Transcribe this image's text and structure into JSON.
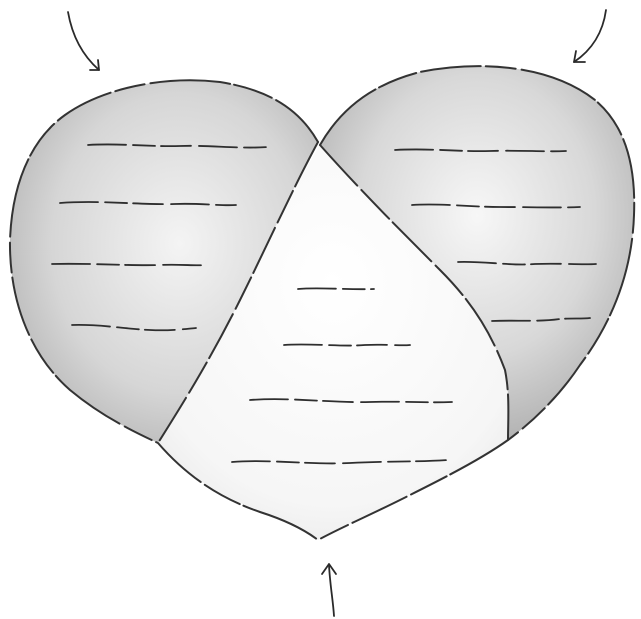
{
  "diagram": {
    "shape": "heart divided into three lobes",
    "lobes": [
      {
        "name": "left-lobe",
        "shaded": true,
        "text_placeholder_lines": 4
      },
      {
        "name": "right-lobe",
        "shaded": true,
        "text_placeholder_lines": 4
      },
      {
        "name": "bottom-lobe",
        "shaded": false,
        "text_placeholder_lines": 4
      }
    ],
    "arrows": [
      {
        "name": "arrow-top-left",
        "direction": "down-right"
      },
      {
        "name": "arrow-top-right",
        "direction": "down-left"
      },
      {
        "name": "arrow-bottom",
        "direction": "up"
      }
    ],
    "colors": {
      "ink": "#333333",
      "shade_dark": "#9a9a9a",
      "shade_light": "#f2f2f2",
      "paper": "#ffffff"
    }
  }
}
